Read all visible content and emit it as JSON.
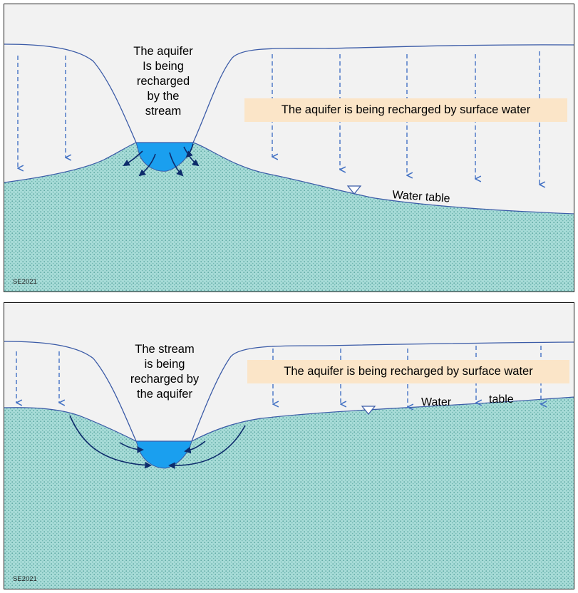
{
  "panels": [
    {
      "stream_caption": [
        "The aquifer",
        "Is being",
        "recharged",
        "by the",
        "stream"
      ],
      "banner": "The aquifer is being recharged  by surface water",
      "water_table_label": "Water table",
      "credit": "SE2021"
    },
    {
      "stream_caption": [
        "The stream",
        "is  being",
        "recharged by",
        "the aquifer"
      ],
      "banner": "The aquifer is being recharged  by surface water",
      "water_table_label_1": "Water",
      "water_table_label_2": "table",
      "credit": "SE2021"
    }
  ],
  "colors": {
    "ground": "#9fd6d2",
    "ground_dots": "#5fa8a3",
    "unsaturated": "#f2f2f2",
    "stream": "#1a9fef",
    "outline": "#3b5ba7",
    "arrow_dashed": "#4472c4",
    "flow_arrow": "#0d2b6b",
    "banner": "#fbe5c8"
  }
}
